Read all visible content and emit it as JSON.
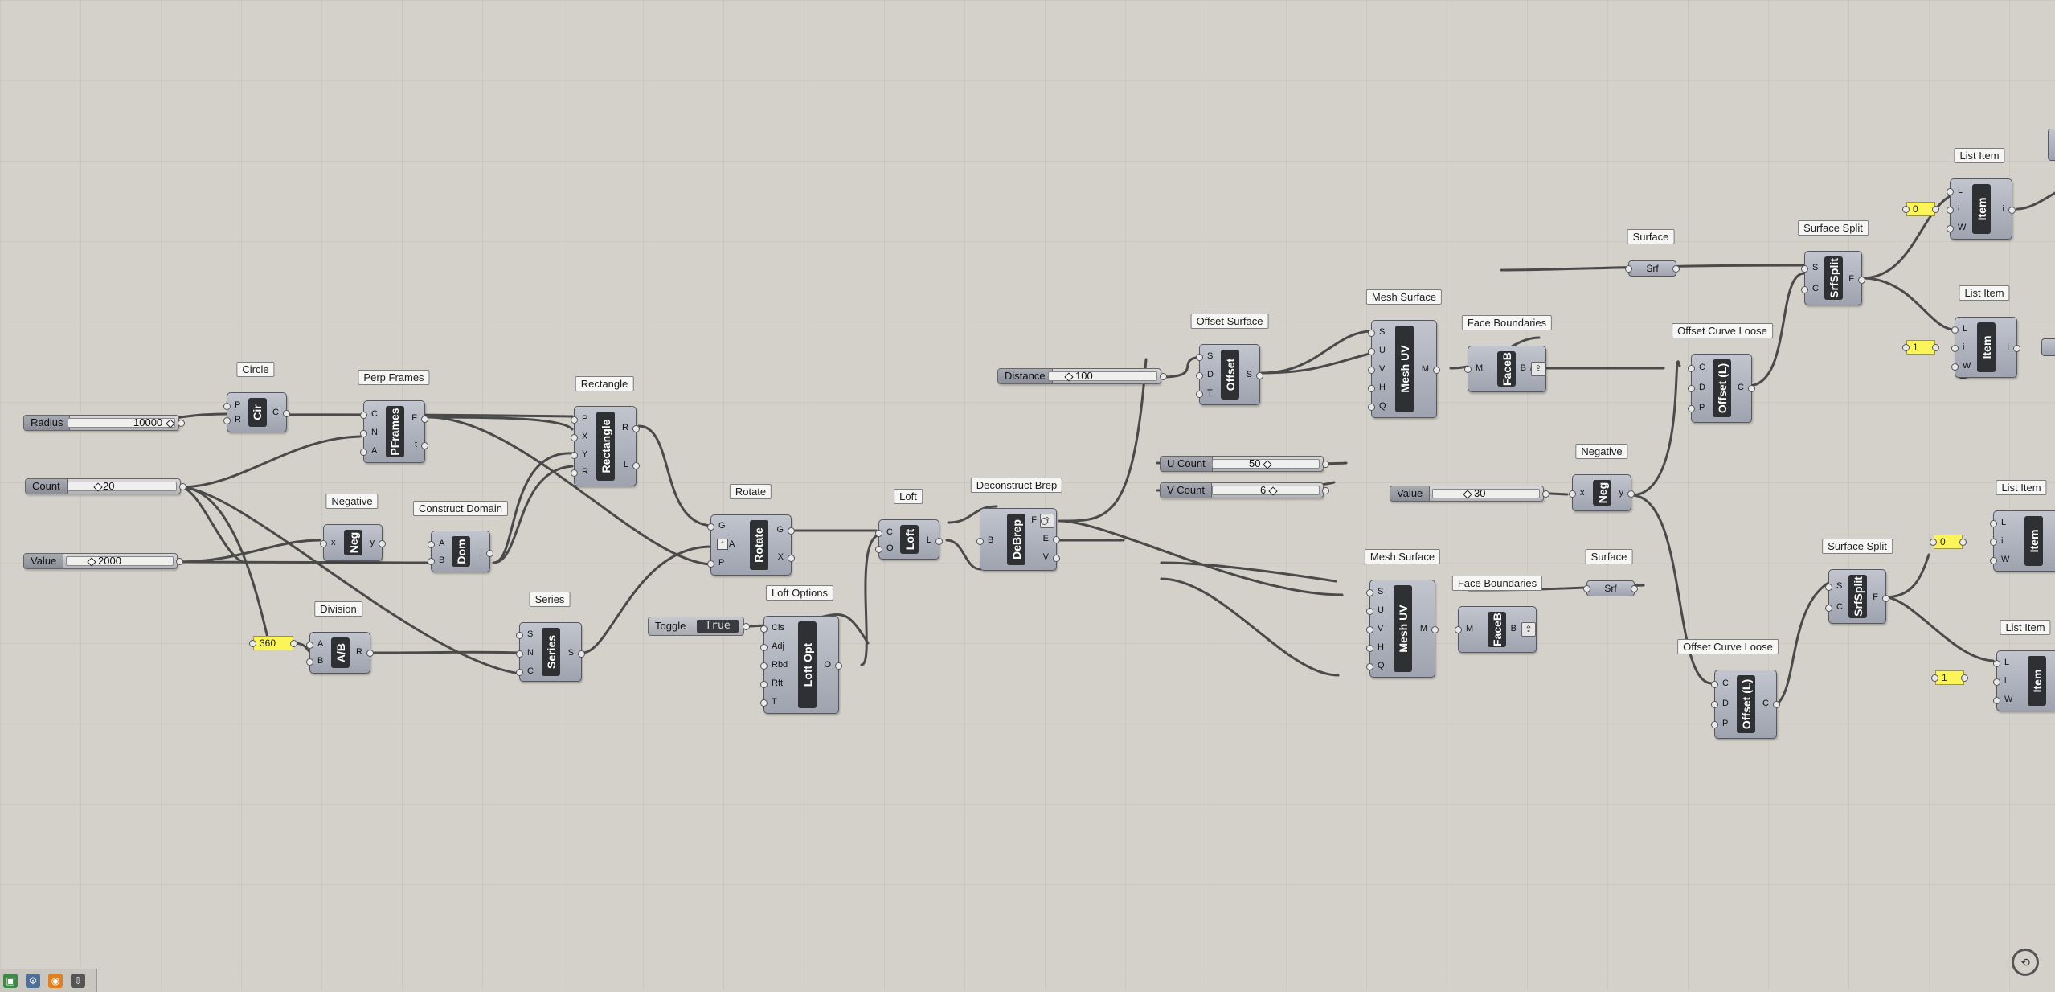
{
  "tags": {
    "circle": "Circle",
    "perp_frames": "Perp Frames",
    "rectangle": "Rectangle",
    "negative1": "Negative",
    "construct_domain": "Construct Domain",
    "division": "Division",
    "series": "Series",
    "rotate": "Rotate",
    "loft": "Loft",
    "loft_options": "Loft Options",
    "deconstruct_brep": "Deconstruct Brep",
    "offset_surface": "Offset Surface",
    "mesh_surface1": "Mesh Surface",
    "mesh_surface2": "Mesh Surface",
    "face_boundaries1": "Face Boundaries",
    "face_boundaries2": "Face Boundaries",
    "surface1": "Surface",
    "surface2": "Surface",
    "offset_curve_loose1": "Offset Curve Loose",
    "offset_curve_loose2": "Offset Curve Loose",
    "negative2": "Negative",
    "surface_split1": "Surface Split",
    "surface_split2": "Surface Split",
    "list_item1": "List Item",
    "list_item2": "List Item",
    "list_item3": "List Item",
    "list_item4": "List Item"
  },
  "sliders": {
    "radius": {
      "label": "Radius",
      "value": "10000"
    },
    "count": {
      "label": "Count",
      "value": "20"
    },
    "value1": {
      "label": "Value",
      "value": "2000"
    },
    "distance": {
      "label": "Distance",
      "value": "100"
    },
    "ucount": {
      "label": "U Count",
      "value": "50"
    },
    "vcount": {
      "label": "V Count",
      "value": "6"
    },
    "value2": {
      "label": "Value",
      "value": "30"
    }
  },
  "panels": {
    "p360": "360",
    "li1": "0",
    "li2": "1",
    "li3": "0",
    "li4": "1"
  },
  "toggle": {
    "label": "Toggle",
    "value": "True"
  },
  "components": {
    "cir": "Cir",
    "pframes": "PFrames",
    "rectangle": "Rectangle",
    "neg1": "Neg",
    "dom": "Dom",
    "ab": "A/B",
    "series": "Series",
    "rotate": "Rotate",
    "loft": "Loft",
    "loftopt": "Loft Opt",
    "debrep": "DeBrep",
    "offset": "Offset",
    "meshuv1": "Mesh UV",
    "meshuv2": "Mesh UV",
    "faceb1": "FaceB",
    "faceb2": "FaceB",
    "offsetl1": "Offset (L)",
    "offsetl2": "Offset (L)",
    "neg2": "Neg",
    "srfsplit1": "SrfSplit",
    "srfsplit2": "SrfSplit",
    "item": "Item",
    "srf": "Srf"
  },
  "icons": [
    "new-document-icon",
    "gear-icon",
    "rss-icon",
    "export-icon",
    "navigation-compass-icon"
  ]
}
